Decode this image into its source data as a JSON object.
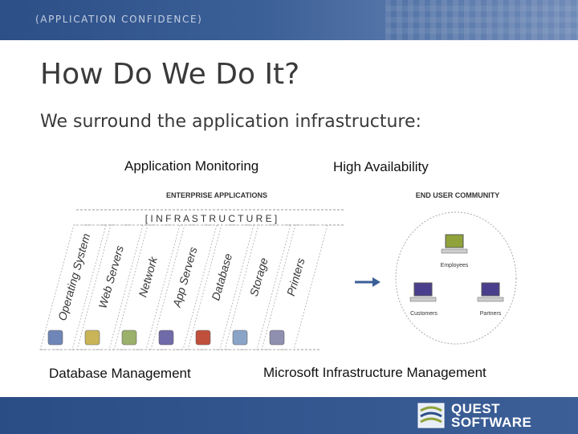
{
  "header": {
    "tagline": "(APPLICATION CONFIDENCE)"
  },
  "slide": {
    "title": "How Do We Do It?",
    "subtitle": "We surround the application infrastructure:"
  },
  "labels": {
    "application_monitoring": "Application Monitoring",
    "high_availability": "High Availability",
    "database_management": "Database Management",
    "microsoft_infrastructure": "Microsoft Infrastructure Management"
  },
  "infra_diagram": {
    "top_label": "ENTERPRISE APPLICATIONS",
    "banner": "[ I N F R A S T R U C T U R E ]",
    "columns": [
      "Operating System",
      "Web Servers",
      "Network",
      "App Servers",
      "Database",
      "Storage",
      "Printers"
    ]
  },
  "community_diagram": {
    "top_label": "END USER COMMUNITY",
    "nodes": [
      "Employees",
      "Customers",
      "Partners"
    ]
  },
  "footer": {
    "logo_line1": "QUEST",
    "logo_line2": "SOFTWARE"
  },
  "colors": {
    "bar": "#2d4f88",
    "accent_green": "#8fa33a",
    "accent_purple": "#4a3f8c"
  }
}
